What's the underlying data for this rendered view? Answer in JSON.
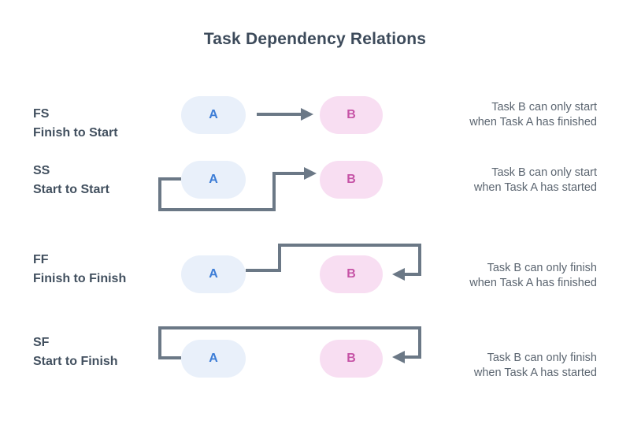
{
  "title": "Task Dependency Relations",
  "colors": {
    "title_text": "#3C4A5A",
    "label_text": "#42505F",
    "description_text": "#5B6570",
    "connector": "#6B7886",
    "task_a_background": "#E9F0FA",
    "task_a_text": "#3B7CD6",
    "task_b_background": "#F8DEF2",
    "task_b_text": "#C653A6"
  },
  "rows": [
    {
      "code": "FS",
      "name": "Finish to Start",
      "task_a": "A",
      "task_b": "B",
      "description_line1": "Task B can only start",
      "description_line2": "when Task A has finished"
    },
    {
      "code": "SS",
      "name": "Start to Start",
      "task_a": "A",
      "task_b": "B",
      "description_line1": "Task B can only start",
      "description_line2": "when Task A has started"
    },
    {
      "code": "FF",
      "name": "Finish to Finish",
      "task_a": "A",
      "task_b": "B",
      "description_line1": "Task B can only finish",
      "description_line2": "when Task A has finished"
    },
    {
      "code": "SF",
      "name": "Start to Finish",
      "task_a": "A",
      "task_b": "B",
      "description_line1": "Task B can only finish",
      "description_line2": "when Task A has started"
    }
  ]
}
